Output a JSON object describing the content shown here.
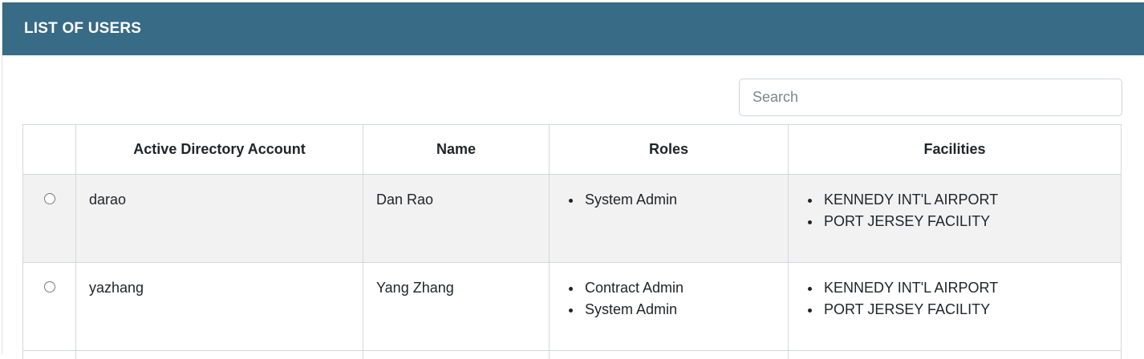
{
  "panel": {
    "title": "LIST OF USERS"
  },
  "search": {
    "placeholder": "Search",
    "value": ""
  },
  "table": {
    "headers": {
      "account": "Active Directory Account",
      "name": "Name",
      "roles": "Roles",
      "facilities": "Facilities"
    },
    "rows": [
      {
        "account": "darao",
        "name": "Dan Rao",
        "roles": [
          "System Admin"
        ],
        "facilities": [
          "KENNEDY INT'L AIRPORT",
          "PORT JERSEY FACILITY"
        ],
        "selected": false
      },
      {
        "account": "yazhang",
        "name": "Yang Zhang",
        "roles": [
          "Contract Admin",
          "System Admin"
        ],
        "facilities": [
          "KENNEDY INT'L AIRPORT",
          "PORT JERSEY FACILITY"
        ],
        "selected": false
      }
    ]
  },
  "colors": {
    "header_bg": "#386b85",
    "row_shaded": "#f2f2f2",
    "border": "#d3d8dc"
  }
}
